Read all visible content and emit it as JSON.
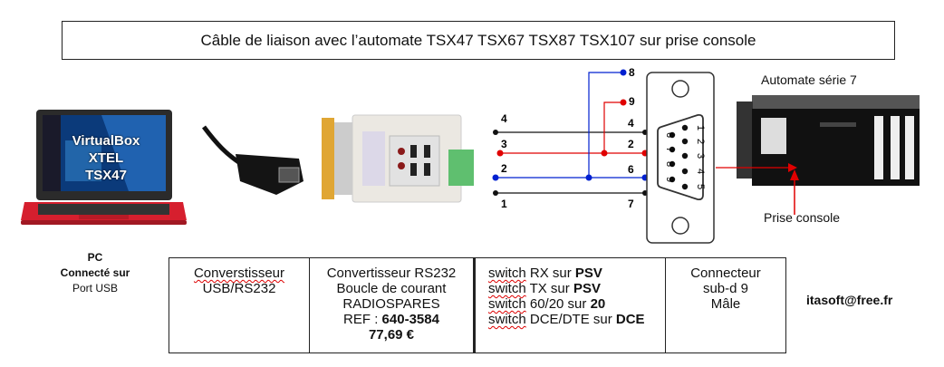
{
  "title": "Câble de liaison avec l’automate TSX47 TSX67 TSX87 TSX107 sur prise console",
  "laptop": {
    "screen_lines": [
      "VirtualBox",
      "XTEL",
      "TSX47"
    ],
    "label_line1": "PC",
    "label_line2": "Connecté sur",
    "label_line3": "Port USB"
  },
  "plc": {
    "title": "Automate série 7",
    "port_label": "Prise console"
  },
  "wiring": {
    "left_pins": [
      "4",
      "3",
      "2",
      "1"
    ],
    "right_pins": [
      "4",
      "2",
      "6",
      "7"
    ],
    "extra_pins": [
      "8",
      "9"
    ],
    "connector_pins_row1": [
      "1",
      "2",
      "3",
      "4",
      "5"
    ],
    "connector_pins_row2": [
      "6",
      "7",
      "8",
      "9"
    ],
    "colors": {
      "black": "#111111",
      "red": "#e00000",
      "blue": "#0020d0"
    }
  },
  "table": {
    "cell1": {
      "line1": "Converstisseur",
      "line2": "USB/RS232"
    },
    "cell2": {
      "line1": "Convertisseur RS232",
      "line2": "Boucle de courant",
      "line3": "RADIOSPARES",
      "ref_label": "REF : ",
      "ref_value": "640-3584",
      "price": "77,69 €"
    },
    "cell3": {
      "rows": [
        {
          "word": "switch",
          "text": " RX sur ",
          "value": "PSV"
        },
        {
          "word": "switch",
          "text": " TX sur ",
          "value": "PSV"
        },
        {
          "word": "switch",
          "text": " 60/20 sur ",
          "value": "20"
        },
        {
          "word": "switch",
          "text": " DCE/DTE sur ",
          "value": "DCE"
        }
      ]
    },
    "cell4": {
      "line1": "Connecteur",
      "line2": "sub-d 9",
      "line3": "Mâle"
    }
  },
  "email": "itasoft@free.fr"
}
